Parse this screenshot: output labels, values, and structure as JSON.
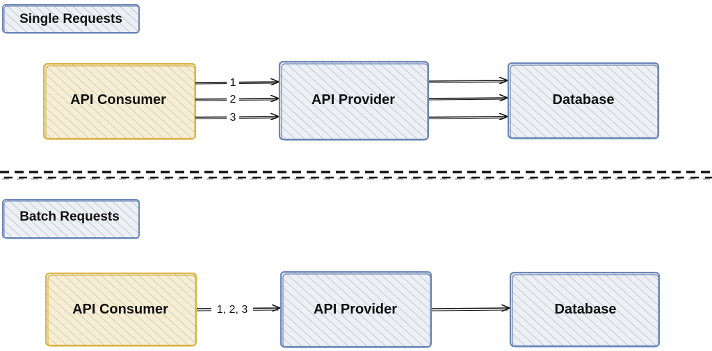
{
  "colors": {
    "consumer_fill": "#f6eed3",
    "consumer_stroke": "#d9b54a",
    "provider_fill": "#e9edf3",
    "provider_stroke": "#6b86b8",
    "hatch": "#b7b7b7",
    "edge": "#111111",
    "separator": "#111111"
  },
  "sections": [
    {
      "title": "Single Requests",
      "nodes": {
        "consumer": "API Consumer",
        "provider": "API Provider",
        "database": "Database"
      },
      "request_labels": [
        "1",
        "2",
        "3"
      ],
      "provider_to_database_arrows": 3
    },
    {
      "title": "Batch Requests",
      "nodes": {
        "consumer": "API Consumer",
        "provider": "API Provider",
        "database": "Database"
      },
      "request_labels": [
        "1, 2, 3"
      ],
      "provider_to_database_arrows": 1
    }
  ]
}
